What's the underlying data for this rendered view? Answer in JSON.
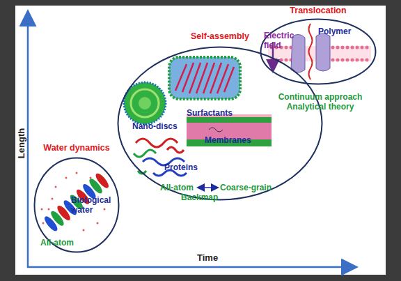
{
  "diagram": {
    "nodes": [
      {
        "text": [
          "Water dynamics",
          "Biological water",
          "All-atom"
        ]
      },
      {
        "text": [
          "Self-assembly",
          "Surfactants",
          "Nano-discs",
          "Membranes",
          "Proteins",
          "All-atom",
          "Coarse-grain",
          "Backmap"
        ]
      },
      {
        "text": [
          "Translocation",
          "Electric field",
          "Polymer",
          "Continuum approach Analytical theory"
        ]
      }
    ],
    "labels": [
      "Length",
      "Time"
    ]
  }
}
